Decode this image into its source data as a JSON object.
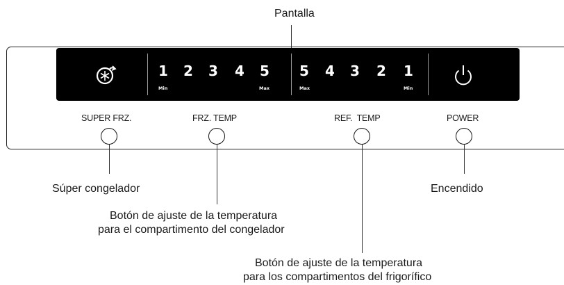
{
  "callouts": {
    "display": "Pantalla",
    "super_freezer": "Súper congelador",
    "power": "Encendido",
    "freezer_temp_line1": "Botón de ajuste de la temperatura",
    "freezer_temp_line2": "para el compartimento del congelador",
    "fridge_temp_line1": "Botón de ajuste de la temperatura",
    "fridge_temp_line2": "para los compartimentos del frigorífico"
  },
  "display": {
    "freezer_digits": [
      "1",
      "2",
      "3",
      "4",
      "5"
    ],
    "freezer_min": "Min",
    "freezer_max": "Max",
    "fridge_digits": [
      "5",
      "4",
      "3",
      "2",
      "1"
    ],
    "fridge_max": "Max",
    "fridge_min": "Min",
    "super_freeze_icon": "snowflake-circle-arrow-icon",
    "power_icon": "power-icon"
  },
  "buttons": {
    "super_frz": "SUPER FRZ.",
    "frz_temp": "FRZ. TEMP",
    "ref_temp": "REF.  TEMP",
    "power": "POWER"
  },
  "colors": {
    "display_bg": "#000000",
    "display_text": "#ffffff",
    "separator": "#9a9a9a"
  }
}
